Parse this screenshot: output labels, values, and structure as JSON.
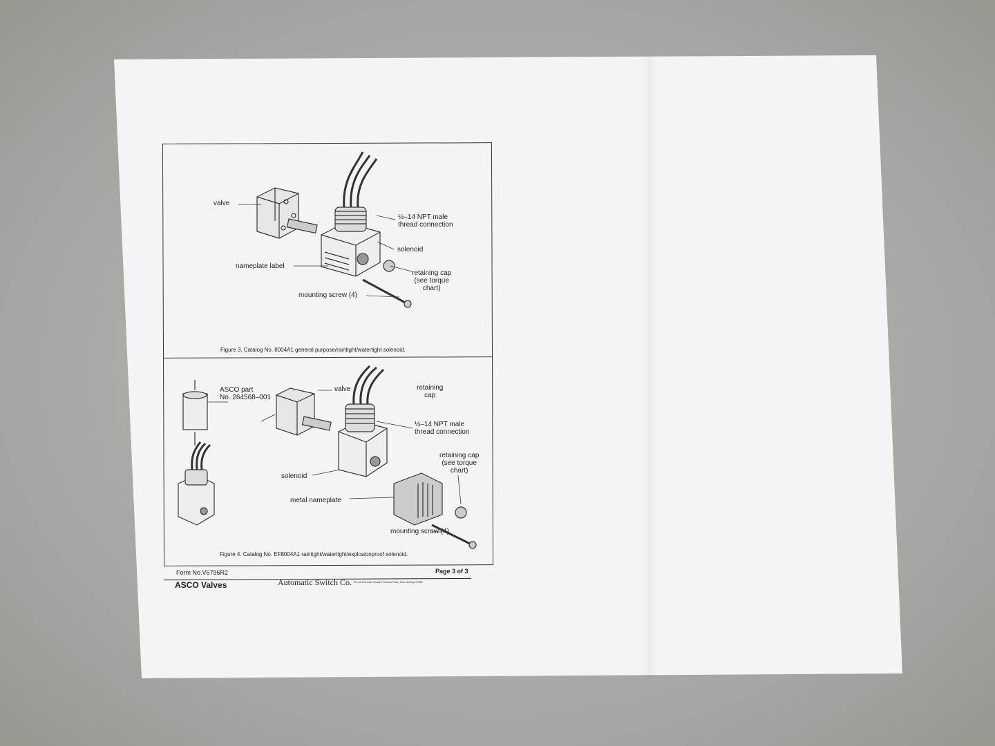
{
  "figure3": {
    "labels": {
      "valve": "valve",
      "thread": "½–14 NPT male\nthread connection",
      "solenoid": "solenoid",
      "nameplate": "nameplate label",
      "retaining_cap": "retaining cap\n(see torque\nchart)",
      "mounting_screw": "mounting screw (4)"
    },
    "caption": "Figure 3.  Catalog No. 8004A1 general purpose/raintight/watertight solenoid."
  },
  "figure4": {
    "labels": {
      "asco_part": "ASCO part\nNo. 264568–001",
      "valve": "valve",
      "retaining_cap_top": "retaining\ncap",
      "thread": "½–14 NPT male\nthread connection",
      "retaining_cap": "retaining cap\n(see torque\nchart)",
      "solenoid": "solenoid",
      "metal_nameplate": "metal nameplate",
      "mounting_screw": "mounting screw (4)"
    },
    "caption": "Figure 4.  Catalog No. EF8004A1 raintight/watertight/explosionproof solenoid."
  },
  "footer": {
    "form_no": "Form No.V6796R2",
    "page": "Page 3 of 3",
    "brand": "ASCO Valves",
    "company": "Automatic Switch Co.",
    "address": "50–60 Hanover Road, Florham Park, New Jersey 07932"
  }
}
